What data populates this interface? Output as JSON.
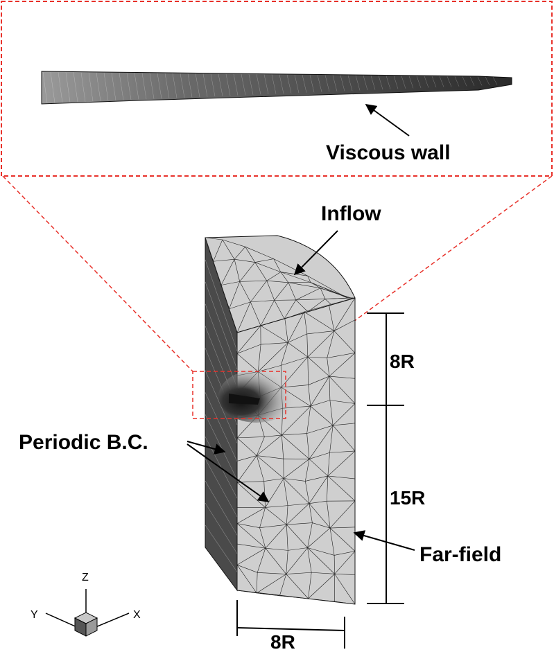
{
  "labels": {
    "viscous_wall": "Viscous wall",
    "inflow": "Inflow",
    "periodic_bc": "Periodic B.C.",
    "far_field": "Far-field",
    "dim_upper": "8R",
    "dim_lower": "15R",
    "dim_width": "8R"
  },
  "axes": {
    "x": "X",
    "y": "Y",
    "z": "Z"
  },
  "colors": {
    "zoom_box": "#e8312a",
    "mesh_face_light": "#cfcfcf",
    "mesh_face_dark": "#4a4a4a",
    "mesh_line": "#1e1e1e"
  }
}
